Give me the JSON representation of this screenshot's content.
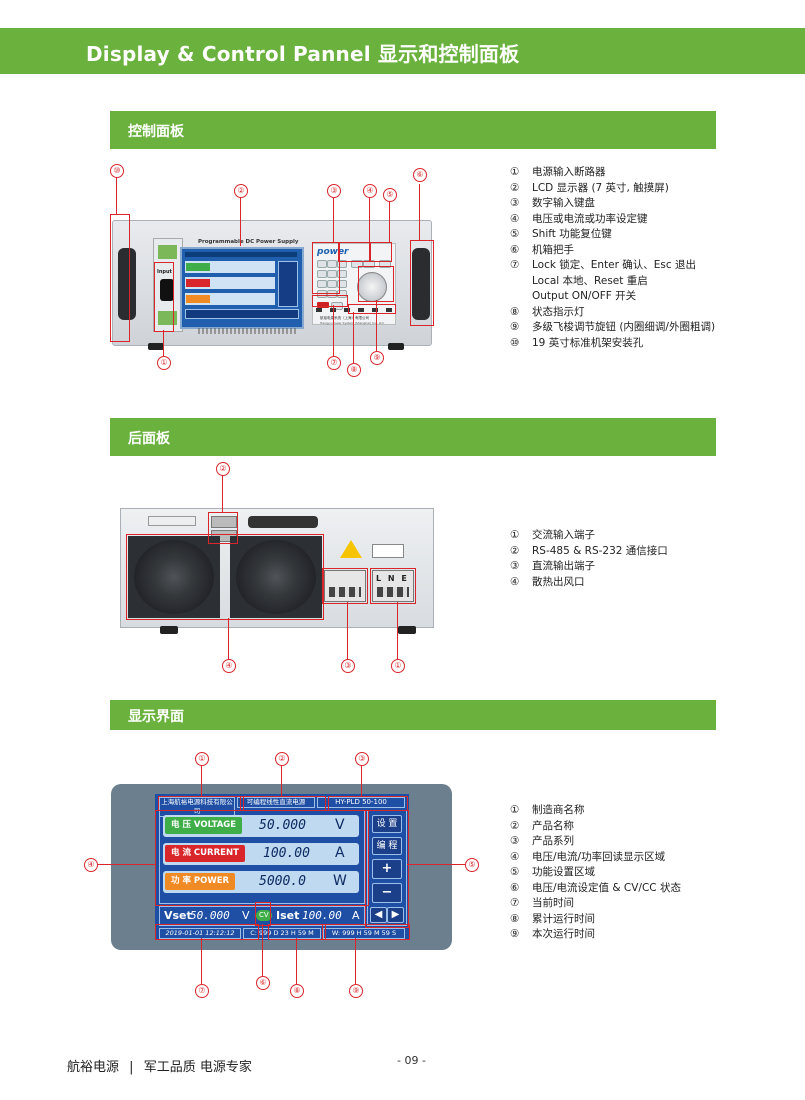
{
  "header": {
    "title": "Display & Control Pannel  显示和控制面板"
  },
  "sections": {
    "control": {
      "title": "控制面板"
    },
    "rear": {
      "title": "后面板"
    },
    "display": {
      "title": "显示界面"
    }
  },
  "control_list": [
    {
      "num": "①",
      "text": "电源输入断路器"
    },
    {
      "num": "②",
      "text": "LCD 显示器 (7 英寸, 触摸屏)"
    },
    {
      "num": "③",
      "text": "数字输入键盘"
    },
    {
      "num": "④",
      "text": "电压或电流或功率设定键"
    },
    {
      "num": "⑤",
      "text": "Shift 功能复位键"
    },
    {
      "num": "⑥",
      "text": "机箱把手"
    },
    {
      "num": "⑦",
      "text": "Lock 锁定、Enter 确认、Esc 退出"
    },
    {
      "num": "",
      "text": "Local 本地、Reset 重启"
    },
    {
      "num": "",
      "text": "Output ON/OFF 开关"
    },
    {
      "num": "⑧",
      "text": " 状态指示灯"
    },
    {
      "num": "⑨",
      "text": "多级飞梭调节旋钮 (内圈细调/外圈粗调)"
    },
    {
      "num": "⑩",
      "text": "19 英寸标准机架安装孔"
    }
  ],
  "rear_list": [
    {
      "num": "①",
      "text": "交流输入端子"
    },
    {
      "num": "②",
      "text": "RS-485 & RS-232 通信接口"
    },
    {
      "num": "③",
      "text": "直流输出端子"
    },
    {
      "num": "④",
      "text": "散热出风口"
    }
  ],
  "display_list": [
    {
      "num": "①",
      "text": "制造商名称"
    },
    {
      "num": "②",
      "text": "产品名称"
    },
    {
      "num": "③",
      "text": "产品系列"
    },
    {
      "num": "④",
      "text": "电压/电流/功率回读显示区域"
    },
    {
      "num": "⑤",
      "text": "功能设置区域"
    },
    {
      "num": "⑥",
      "text": "电压/电流设定值 & CV/CC 状态"
    },
    {
      "num": "⑦",
      "text": "当前时间"
    },
    {
      "num": "⑧",
      "text": "累计运行时间"
    },
    {
      "num": "⑨",
      "text": "本次运行时间"
    }
  ],
  "front_panel": {
    "title": "Programmable DC Power Supply",
    "brand": "power",
    "company": "航裕电源系统（上海）有限公司",
    "company_en": "Hangyu Power System (Shanghai) Co., Ltd.",
    "input_label": "Input"
  },
  "rear_panel": {
    "terminal_label": "L N E"
  },
  "display": {
    "manufacturer": "上海航裕电源科技有限公司",
    "product_name": "可编程线性直流电源",
    "series": "HY-PLD 50-100",
    "rows": [
      {
        "tag": "电 压 VOLTAGE",
        "value": "50.000",
        "unit": "V",
        "color": "#3fae49"
      },
      {
        "tag": "电 流 CURRENT",
        "value": "100.00",
        "unit": "A",
        "color": "#d9262b"
      },
      {
        "tag": "功 率 POWER",
        "value": "5000.0",
        "unit": "W",
        "color": "#f08a24"
      }
    ],
    "vset_label": "Vset",
    "vset_value": "50.000",
    "vset_unit": "V",
    "mode": "CV",
    "iset_label": "Iset",
    "iset_value": "100.00",
    "iset_unit": "A",
    "buttons": {
      "settings": "设 置",
      "program": "编 程",
      "plus": "+",
      "minus": "−",
      "left": "◀",
      "right": "▶"
    },
    "time": "2019-01-01 12:12:12",
    "cumulative": "C:  999 D 23 H 59 M",
    "session": "W:  999 H 59 M 59 S"
  },
  "callouts": {
    "c1": "①",
    "c2": "②",
    "c3": "③",
    "c4": "④",
    "c5": "⑤",
    "c6": "⑥",
    "c7": "⑦",
    "c8": "⑧",
    "c9": "⑨",
    "c10": "⑩"
  },
  "footer": {
    "brand": "航裕电源",
    "sep": "|",
    "slogan": "军工品质 电源专家",
    "page": "- 09 -"
  },
  "colors": {
    "green": "#6ab23d",
    "red": "#d9262b"
  }
}
